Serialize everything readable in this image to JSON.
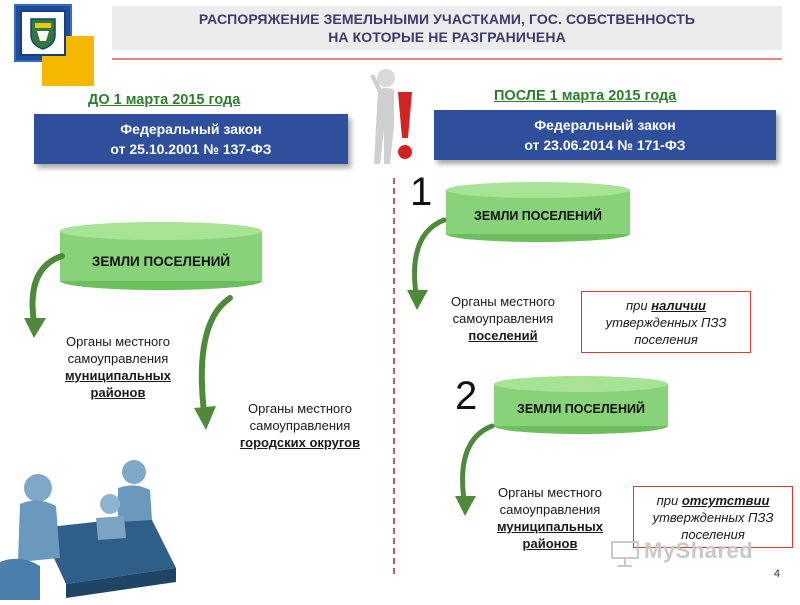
{
  "header": {
    "title_line1": "РАСПОРЯЖЕНИЕ ЗЕМЕЛЬНЫМИ УЧАСТКАМИ, ГОС. СОБСТВЕННОСТЬ",
    "title_line2": "НА КОТОРЫЕ НЕ РАЗГРАНИЧЕНА"
  },
  "before": {
    "heading": "ДО 1 марта 2015 года",
    "law_line1": "Федеральный закон",
    "law_line2": "от 25.10.2001 № 137-ФЗ",
    "drum_label": "ЗЕМЛИ ПОСЕЛЕНИЙ",
    "org1_line1": "Органы местного",
    "org1_line2": "самоуправления",
    "org1_bold1": "муниципальных",
    "org1_bold2": "районов",
    "org2_line1": "Органы местного",
    "org2_line2": "самоуправления",
    "org2_bold": "городских округов"
  },
  "after": {
    "heading": "ПОСЛЕ 1 марта 2015 года",
    "law_line1": "Федеральный закон",
    "law_line2": "от 23.06.2014 № 171-ФЗ",
    "case1": {
      "number": "1",
      "drum_label": "ЗЕМЛИ ПОСЕЛЕНИЙ",
      "org_line1": "Органы местного",
      "org_line2": "самоуправления",
      "org_bold": "поселений",
      "note_prefix": "при",
      "note_keyword": "наличии",
      "note_line2": "утвержденных ПЗЗ",
      "note_line3": "поселения"
    },
    "case2": {
      "number": "2",
      "drum_label": "ЗЕМЛИ ПОСЕЛЕНИЙ",
      "org_line1": "Органы местного",
      "org_line2": "самоуправления",
      "org_bold1": "муниципальных",
      "org_bold2": "районов",
      "note_prefix": "при",
      "note_keyword": "отсутствии",
      "note_line2": "утвержденных ПЗЗ",
      "note_line3": "поселения"
    }
  },
  "footer": {
    "page_number": "4",
    "watermark": "MyShared"
  },
  "colors": {
    "law_box": "#2f4f9c",
    "drum": "#88d279",
    "period_heading": "#2e7d2e",
    "title_text": "#3b3b6e",
    "accent_red": "#d73838"
  },
  "icons": [
    "emblem-icon",
    "exclamation-figure-icon",
    "meeting-figures-icon",
    "curved-arrow-icon",
    "presentation-icon"
  ]
}
